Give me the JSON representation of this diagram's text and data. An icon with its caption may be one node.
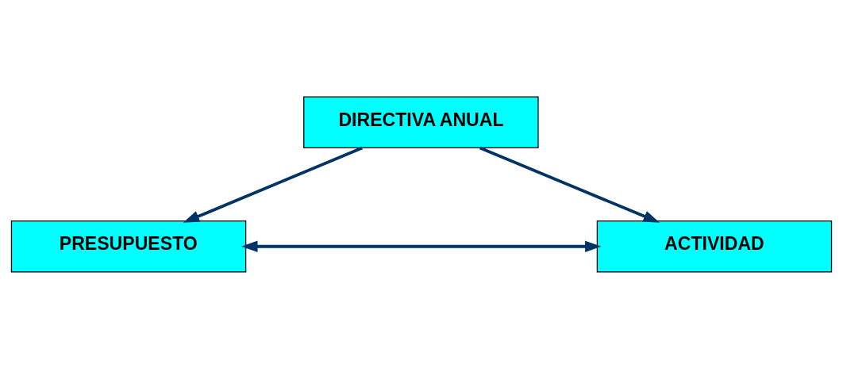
{
  "diagram": {
    "nodes": [
      {
        "text": [
          "DIRECTIVA ANUAL"
        ]
      },
      {
        "text": [
          "PRESUPUESTO"
        ]
      },
      {
        "text": [
          "ACTIVIDAD"
        ]
      }
    ],
    "edges": [
      {
        "from": 0,
        "to": 1,
        "arrow": "to"
      },
      {
        "from": 0,
        "to": 2,
        "arrow": "to"
      },
      {
        "from": 1,
        "to": 2,
        "arrow": "both"
      }
    ]
  }
}
